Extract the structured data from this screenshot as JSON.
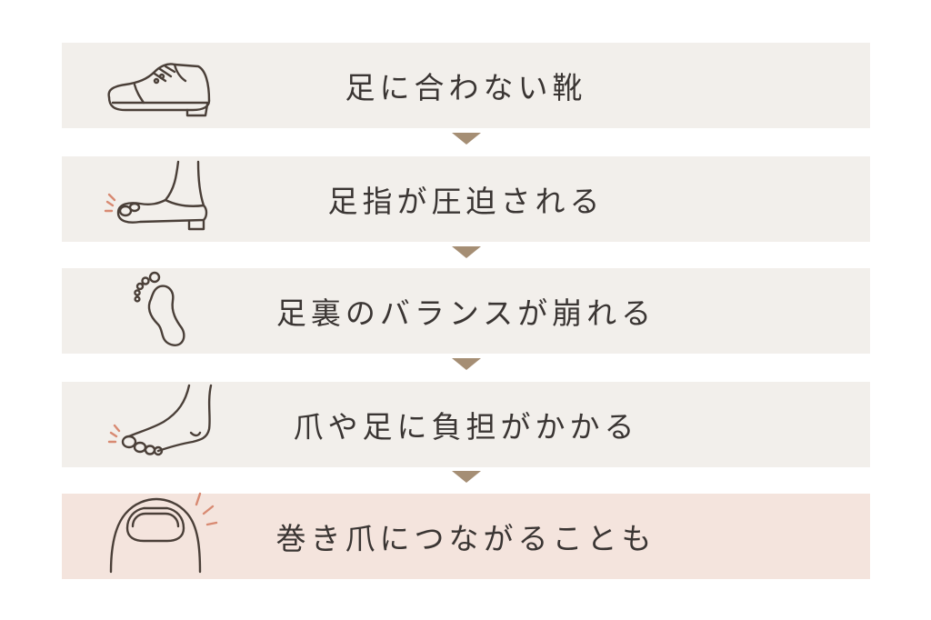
{
  "steps": [
    {
      "label": "足に合わない靴",
      "icon": "shoe-icon"
    },
    {
      "label": "足指が圧迫される",
      "icon": "pressed-toe-pump-icon"
    },
    {
      "label": "足裏のバランスが崩れる",
      "icon": "footprint-icon"
    },
    {
      "label": "爪や足に負担がかかる",
      "icon": "bare-foot-icon"
    },
    {
      "label": "巻き爪につながることも",
      "icon": "ingrown-nail-icon"
    }
  ],
  "colors": {
    "box": "#f2efeb",
    "final_box": "#f4e4dd",
    "arrow": "#a58e74",
    "text": "#3a3533",
    "accent": "#d88a72"
  }
}
